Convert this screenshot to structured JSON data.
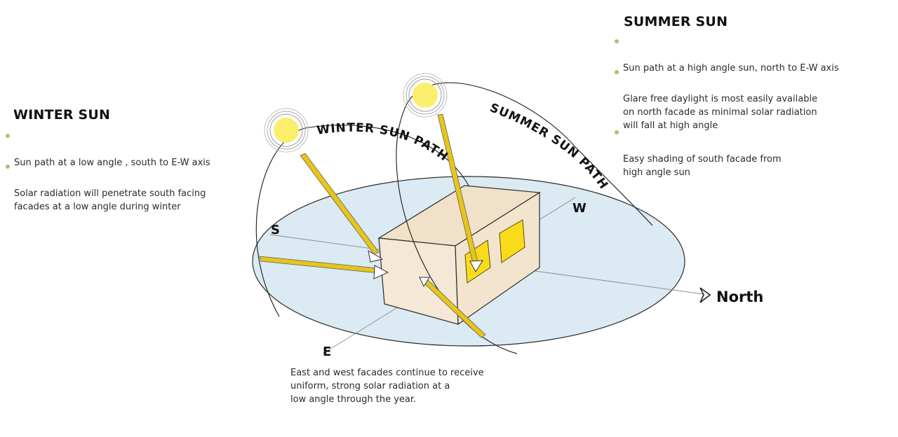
{
  "winter": {
    "heading": "WINTER SUN",
    "bullets": [
      "Sun path  at a low angle , south to E-W axis",
      "Solar radiation will penetrate south facing\nfacades at a low angle during winter"
    ],
    "path_label": "WINTER SUN PATH"
  },
  "summer": {
    "heading": "SUMMER SUN",
    "bullets": [
      "Sun path at a high angle sun, north to E-W axis",
      "Glare free daylight is most easily available\non north facade as minimal solar radiation\nwill fall at high angle",
      "Easy shading of south facade from\nhigh angle sun"
    ],
    "path_label": "SUMMER SUN PATH"
  },
  "directions": {
    "south": "S",
    "west": "W",
    "east": "E",
    "north": "North"
  },
  "note": "East and west facades continue to receive\nuniform, strong solar radiation at a\nlow angle through the year.",
  "colors": {
    "ground": "#dbeaf3",
    "building_face": "#f4e6d2",
    "window": "#f8dc1c",
    "sun": "#fbee6c",
    "ray": "#e6c51c",
    "bullet": "#c8b272"
  }
}
